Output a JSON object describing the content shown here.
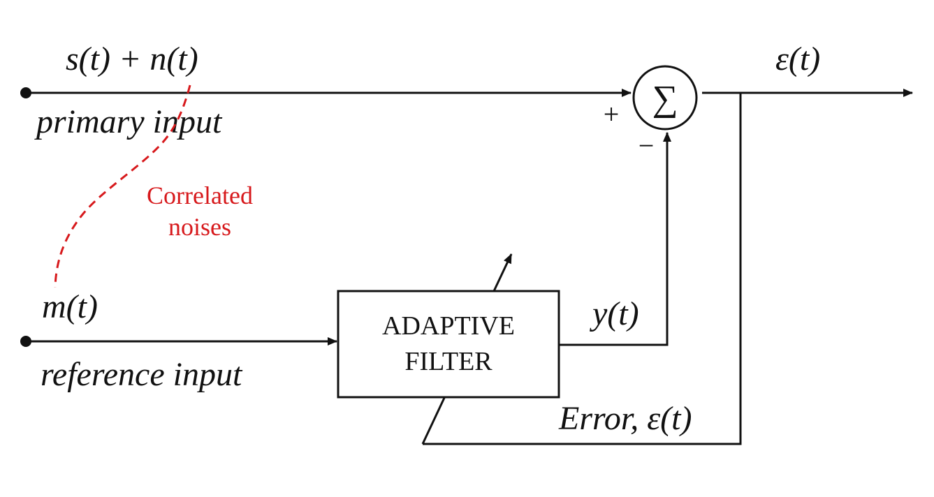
{
  "primary": {
    "signal_label": "s(t) +  n(t)",
    "input_label": "primary input"
  },
  "reference": {
    "signal_label": "m(t)",
    "input_label": "reference input"
  },
  "correlation_note": [
    "Correlated",
    "noises"
  ],
  "summer": {
    "symbol": "∑",
    "plus": "+",
    "minus": "−"
  },
  "output_label": "ε(t)",
  "filter": {
    "line1": "ADAPTIVE",
    "line2": "FILTER"
  },
  "filter_output_label": "y(t)",
  "error_label": "Error, ε(t)",
  "colors": {
    "line": "#111111",
    "correlation": "#d7191c"
  }
}
